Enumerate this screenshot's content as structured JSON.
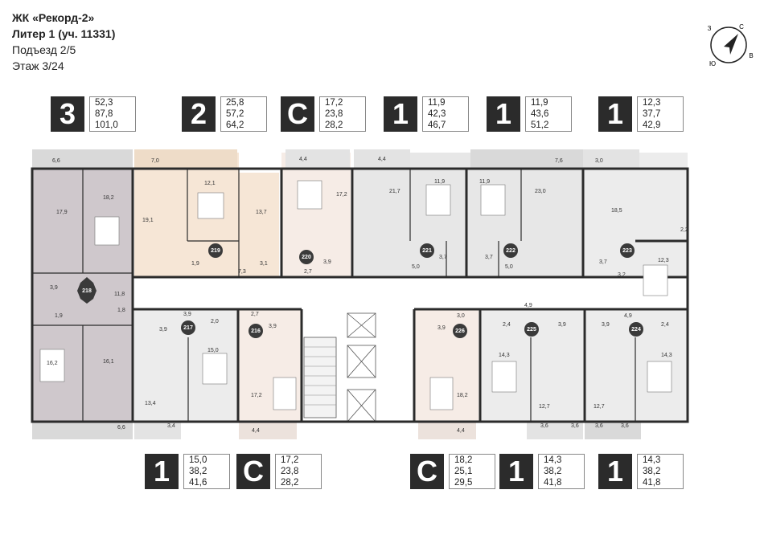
{
  "header": {
    "complex": "ЖК «Рекорд-2»",
    "liter": "Литер 1 (уч. 11331)",
    "entrance": "Подъезд 2/5",
    "floor": "Этаж 3/24"
  },
  "compass": {
    "n": "С",
    "w": "З",
    "e": "В",
    "s": "Ю"
  },
  "cards_top": [
    {
      "rooms": "3",
      "a1": "52,3",
      "a2": "87,8",
      "a3": "101,0"
    },
    {
      "rooms": "2",
      "a1": "25,8",
      "a2": "57,2",
      "a3": "64,2"
    },
    {
      "rooms": "С",
      "a1": "17,2",
      "a2": "23,8",
      "a3": "28,2"
    },
    {
      "rooms": "1",
      "a1": "11,9",
      "a2": "42,3",
      "a3": "46,7"
    },
    {
      "rooms": "1",
      "a1": "11,9",
      "a2": "43,6",
      "a3": "51,2"
    },
    {
      "rooms": "1",
      "a1": "12,3",
      "a2": "37,7",
      "a3": "42,9"
    }
  ],
  "cards_bottom": [
    {
      "rooms": "1",
      "a1": "15,0",
      "a2": "38,2",
      "a3": "41,6"
    },
    {
      "rooms": "С",
      "a1": "17,2",
      "a2": "23,8",
      "a3": "28,2"
    },
    {
      "rooms": "С",
      "a1": "18,2",
      "a2": "25,1",
      "a3": "29,5"
    },
    {
      "rooms": "1",
      "a1": "14,3",
      "a2": "38,2",
      "a3": "41,8"
    },
    {
      "rooms": "1",
      "a1": "14,3",
      "a2": "38,2",
      "a3": "41,8"
    }
  ],
  "apartments": [
    "218",
    "219",
    "220",
    "221",
    "222",
    "223",
    "217",
    "216",
    "226",
    "225",
    "224"
  ],
  "room_labels": [
    "6,6",
    "7,0",
    "4,4",
    "4,4",
    "7,6",
    "3,0",
    "17,9",
    "18,2",
    "19,1",
    "12,1",
    "13,7",
    "17,2",
    "21,7",
    "11,9",
    "11,9",
    "23,0",
    "18,5",
    "2,2",
    "12,3",
    "1,9",
    "3,1",
    "7,3",
    "2,7",
    "3,9",
    "5,0",
    "3,7",
    "3,7",
    "5,0",
    "3,7",
    "3,2",
    "3,9",
    "11,8",
    "1,8",
    "1,9",
    "3,9",
    "2,0",
    "2,7",
    "3,9",
    "3,0",
    "3,9",
    "2,4",
    "4,9",
    "3,9",
    "3,9",
    "4,9",
    "2,4",
    "3,9",
    "15,0",
    "16,2",
    "16,1",
    "14,3",
    "14,3",
    "17,2",
    "18,2",
    "13,4",
    "12,7",
    "12,7",
    "3,4",
    "6,6",
    "4,4",
    "4,4",
    "3,6",
    "3,6",
    "3,6",
    "3,6"
  ],
  "colors": {
    "apt218": "#cfc8cc",
    "apt219": "#f6e6d6",
    "apt220": "#f6ece6",
    "grey": "#e7e7e7",
    "grey_dark": "#cfcfcf",
    "wall": "#2b2b2b",
    "badge": "#3a3a3a"
  }
}
